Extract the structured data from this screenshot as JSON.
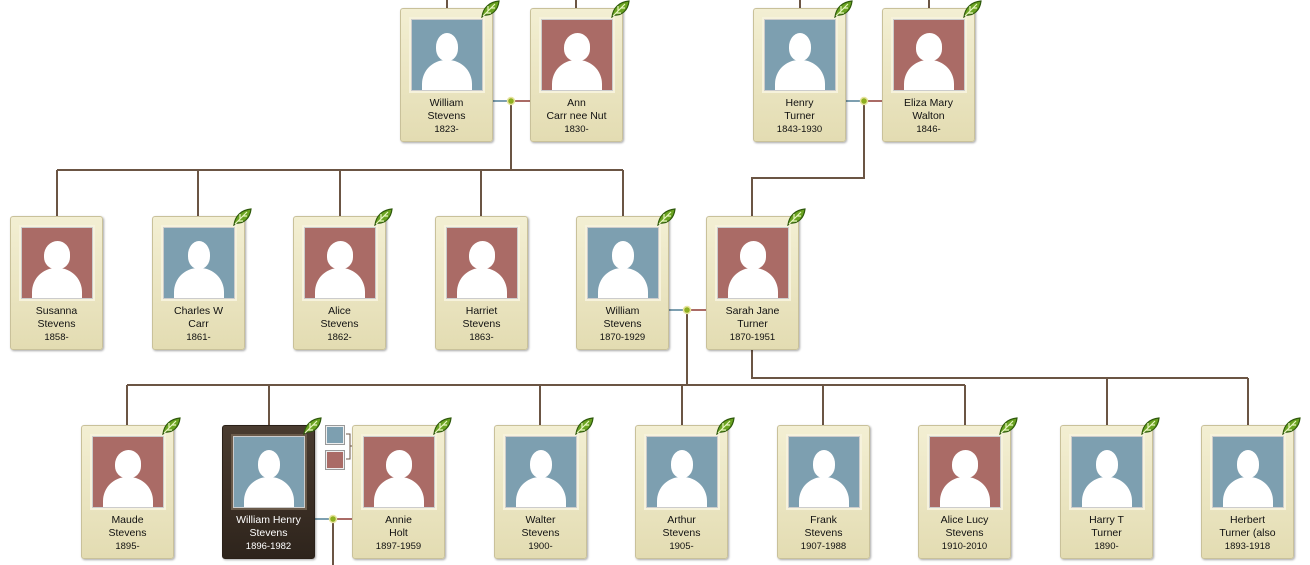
{
  "colors": {
    "male": "#7d9fb0",
    "female": "#aa6b66",
    "line": "#6b5544",
    "selected": "#3a2e24"
  },
  "people": [
    {
      "first": "William",
      "last": "Stevens",
      "dates": "1823-",
      "sex": "m",
      "leaf": true
    },
    {
      "first": "Ann",
      "last": "Carr nee Nut",
      "dates": "1830-",
      "sex": "f",
      "leaf": true
    },
    {
      "first": "Henry",
      "last": "Turner",
      "dates": "1843-1930",
      "sex": "m",
      "leaf": true
    },
    {
      "first": "Eliza Mary",
      "last": "Walton",
      "dates": "1846-",
      "sex": "f",
      "leaf": true
    },
    {
      "first": "Susanna",
      "last": "Stevens",
      "dates": "1858-",
      "sex": "f",
      "leaf": false
    },
    {
      "first": "Charles W",
      "last": "Carr",
      "dates": "1861-",
      "sex": "m",
      "leaf": true
    },
    {
      "first": "Alice",
      "last": "Stevens",
      "dates": "1862-",
      "sex": "f",
      "leaf": true
    },
    {
      "first": "Harriet",
      "last": "Stevens",
      "dates": "1863-",
      "sex": "f",
      "leaf": false
    },
    {
      "first": "William",
      "last": "Stevens",
      "dates": "1870-1929",
      "sex": "m",
      "leaf": true
    },
    {
      "first": "Sarah Jane",
      "last": "Turner",
      "dates": "1870-1951",
      "sex": "f",
      "leaf": true
    },
    {
      "first": "Maude",
      "last": "Stevens",
      "dates": "1895-",
      "sex": "f",
      "leaf": true
    },
    {
      "first": "William Henry",
      "last": "Stevens",
      "dates": "1896-1982",
      "sex": "m",
      "leaf": true,
      "selected": true
    },
    {
      "first": "Annie",
      "last": "Holt",
      "dates": "1897-1959",
      "sex": "f",
      "leaf": true
    },
    {
      "first": "Walter",
      "last": "Stevens",
      "dates": "1900-",
      "sex": "m",
      "leaf": true
    },
    {
      "first": "Arthur",
      "last": "Stevens",
      "dates": "1905-",
      "sex": "m",
      "leaf": true
    },
    {
      "first": "Frank",
      "last": "Stevens",
      "dates": "1907-1988",
      "sex": "m",
      "leaf": false
    },
    {
      "first": "Alice Lucy",
      "last": "Stevens",
      "dates": "1910-2010",
      "sex": "f",
      "leaf": true
    },
    {
      "first": "Harry T",
      "last": "Turner",
      "dates": "1890-",
      "sex": "m",
      "leaf": true
    },
    {
      "first": "Herbert",
      "last": "Turner (also",
      "dates": "1893-1918",
      "sex": "m",
      "leaf": true
    }
  ]
}
